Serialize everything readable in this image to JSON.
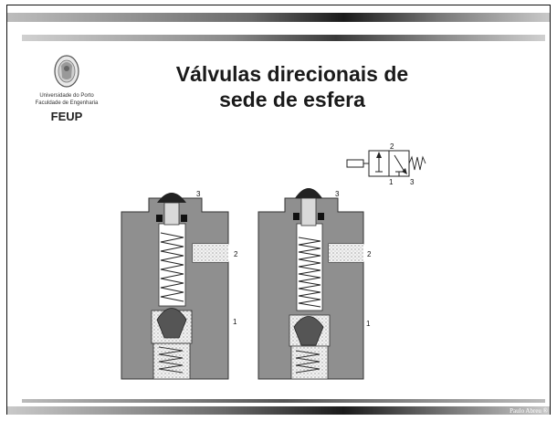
{
  "slide": {
    "title_line1": "Válvulas direcionais de",
    "title_line2": "sede de esfera",
    "footer": "Paulo Abreu ®"
  },
  "logo": {
    "university": "Universidade do Porto",
    "faculty": "Faculdade de Engenharia",
    "name": "FEUP"
  },
  "symbol": {
    "port_a": "2",
    "port_p": "1",
    "port_r": "3"
  },
  "valve_left": {
    "port_top": "3",
    "port_side": "2",
    "port_bottom": "1"
  },
  "valve_right": {
    "port_top": "3",
    "port_side": "2",
    "port_bottom": "1"
  }
}
